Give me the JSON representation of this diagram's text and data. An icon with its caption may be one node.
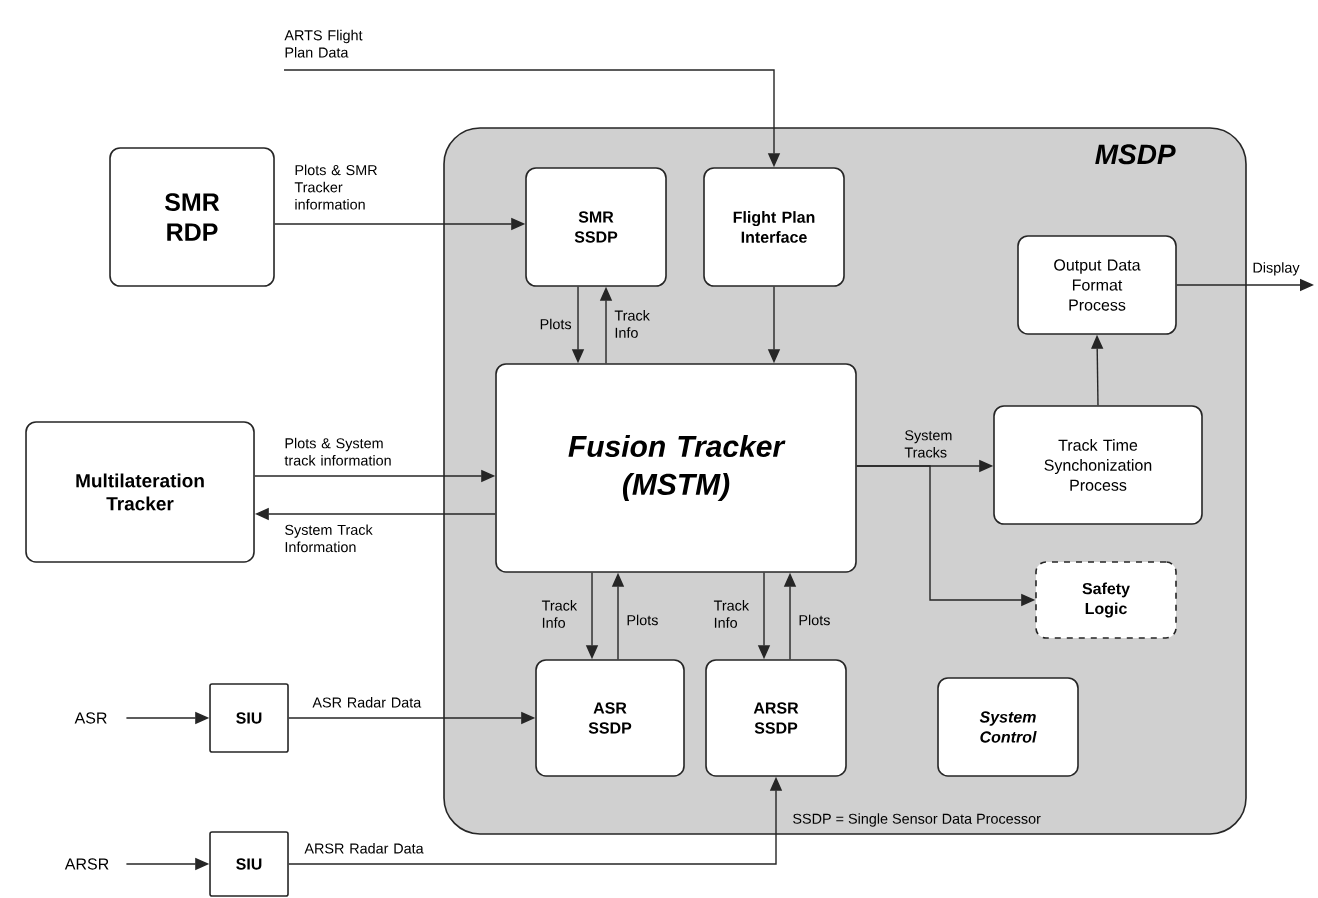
{
  "diagram": {
    "nodes": [
      {
        "text": [
          "MSDP"
        ]
      },
      {
        "text": [
          "SMR RDP"
        ]
      },
      {
        "text": [
          "Multilateration Tracker"
        ]
      },
      {
        "text": [
          "SMR SSDP"
        ],
        "in": 0
      },
      {
        "text": [
          "Flight Plan Interface"
        ],
        "in": 0
      },
      {
        "text": [
          "Fusion Tracker (MSTM)"
        ],
        "in": 0
      },
      {
        "text": [
          "Output Data Format Process"
        ],
        "in": 0
      },
      {
        "text": [
          "Track Time Synchonization Process"
        ],
        "in": 0
      },
      {
        "text": [
          "Safety Logic"
        ],
        "in": 0
      },
      {
        "text": [
          "ASR SSDP"
        ],
        "in": 0
      },
      {
        "text": [
          "ARSR SSDP"
        ],
        "in": 0
      },
      {
        "text": [
          "System Control"
        ],
        "in": 0
      },
      {
        "text": [
          "ASR"
        ]
      },
      {
        "text": [
          "SIU"
        ]
      },
      {
        "text": [
          "ARSR"
        ]
      },
      {
        "text": [
          "SIU"
        ]
      }
    ],
    "edges": [
      {
        "from": null,
        "to": 4,
        "arrow": "to",
        "label": "ARTS Flight Plan Data"
      },
      {
        "from": 1,
        "to": 3,
        "arrow": "to",
        "label": "Plots & SMR Tracker information"
      },
      {
        "from": 3,
        "to": 5,
        "arrow": "to",
        "label": "Plots"
      },
      {
        "from": 5,
        "to": 3,
        "arrow": "to",
        "label": "Track Info"
      },
      {
        "from": 4,
        "to": 5,
        "arrow": "to"
      },
      {
        "from": 2,
        "to": 5,
        "arrow": "to",
        "label": "Plots & System track information"
      },
      {
        "from": 5,
        "to": 2,
        "arrow": "to",
        "label": "System Track Information"
      },
      {
        "from": 5,
        "to": 7,
        "arrow": "to",
        "label": "System Tracks"
      },
      {
        "from": 5,
        "to": 8,
        "arrow": "to"
      },
      {
        "from": 7,
        "to": 6,
        "arrow": "to"
      },
      {
        "from": 6,
        "to": null,
        "arrow": "to",
        "label": "Display"
      },
      {
        "from": 5,
        "to": 9,
        "arrow": "to",
        "label": "Track Info"
      },
      {
        "from": 9,
        "to": 5,
        "arrow": "to",
        "label": "Plots"
      },
      {
        "from": 5,
        "to": 10,
        "arrow": "to",
        "label": "Track Info"
      },
      {
        "from": 10,
        "to": 5,
        "arrow": "to",
        "label": "Plots"
      },
      {
        "from": 12,
        "to": 13,
        "arrow": "to"
      },
      {
        "from": 13,
        "to": 9,
        "arrow": "to",
        "label": "ASR Radar Data"
      },
      {
        "from": 14,
        "to": 15,
        "arrow": "to"
      },
      {
        "from": 15,
        "to": 10,
        "arrow": "to",
        "label": "ARSR Radar Data"
      }
    ],
    "labels": [
      "SSDP = Single Sensor Data Processor"
    ]
  }
}
